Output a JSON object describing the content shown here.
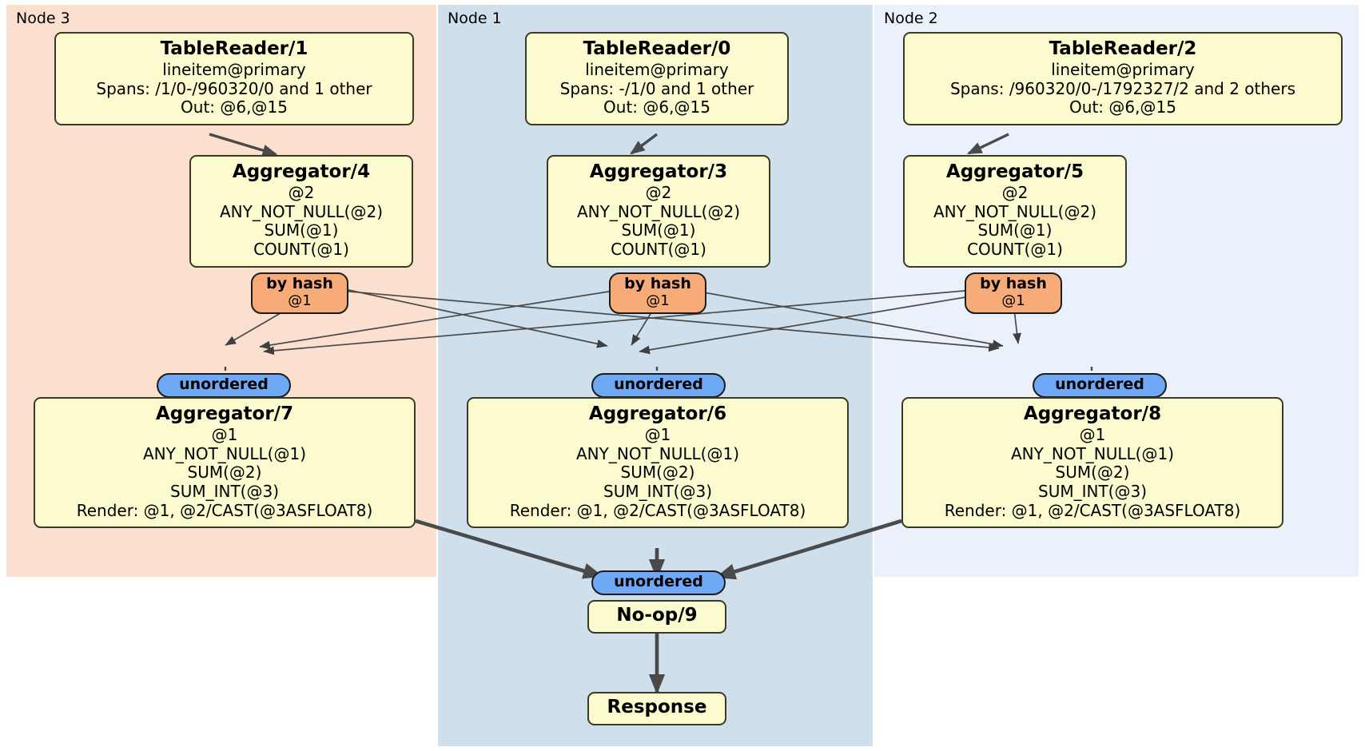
{
  "diagram": {
    "type": "distributed-query-plan",
    "colors": {
      "node3_bg": "#fbe0d0",
      "node1_bg": "#cfdfeb",
      "node2_bg": "#ebf1fb",
      "processor_bg": "#fbfbcf",
      "hash_router_bg": "#f7ab78",
      "unordered_sync_bg": "#6fa8f4",
      "edge": "#3f3f3f"
    }
  },
  "regions": [
    {
      "id": "node3",
      "label": "Node 3"
    },
    {
      "id": "node1",
      "label": "Node 1"
    },
    {
      "id": "node2",
      "label": "Node 2"
    }
  ],
  "processors": {
    "table_reader_1": {
      "title": "TableReader/1",
      "lines": [
        "lineitem@primary",
        "Spans: /1/0-/960320/0 and 1 other",
        "Out: @6,@15"
      ]
    },
    "table_reader_0": {
      "title": "TableReader/0",
      "lines": [
        "lineitem@primary",
        "Spans: -/1/0 and 1 other",
        "Out: @6,@15"
      ]
    },
    "table_reader_2": {
      "title": "TableReader/2",
      "lines": [
        "lineitem@primary",
        "Spans: /960320/0-/1792327/2 and 2 others",
        "Out: @6,@15"
      ]
    },
    "aggregator_4": {
      "title": "Aggregator/4",
      "lines": [
        "@2",
        "ANY_NOT_NULL(@2)",
        "SUM(@1)",
        "COUNT(@1)"
      ]
    },
    "aggregator_3": {
      "title": "Aggregator/3",
      "lines": [
        "@2",
        "ANY_NOT_NULL(@2)",
        "SUM(@1)",
        "COUNT(@1)"
      ]
    },
    "aggregator_5": {
      "title": "Aggregator/5",
      "lines": [
        "@2",
        "ANY_NOT_NULL(@2)",
        "SUM(@1)",
        "COUNT(@1)"
      ]
    },
    "aggregator_7": {
      "title": "Aggregator/7",
      "lines": [
        "@1",
        "ANY_NOT_NULL(@1)",
        "SUM(@2)",
        "SUM_INT(@3)",
        "Render: @1, @2/CAST(@3ASFLOAT8)"
      ]
    },
    "aggregator_6": {
      "title": "Aggregator/6",
      "lines": [
        "@1",
        "ANY_NOT_NULL(@1)",
        "SUM(@2)",
        "SUM_INT(@3)",
        "Render: @1, @2/CAST(@3ASFLOAT8)"
      ]
    },
    "aggregator_8": {
      "title": "Aggregator/8",
      "lines": [
        "@1",
        "ANY_NOT_NULL(@1)",
        "SUM(@2)",
        "SUM_INT(@3)",
        "Render: @1, @2/CAST(@3ASFLOAT8)"
      ]
    },
    "noop_9": {
      "title": "No-op/9",
      "lines": []
    },
    "response": {
      "title": "Response",
      "lines": []
    }
  },
  "routers": {
    "hash_left": {
      "label": "by hash",
      "sublabel": "@1"
    },
    "hash_center": {
      "label": "by hash",
      "sublabel": "@1"
    },
    "hash_right": {
      "label": "by hash",
      "sublabel": "@1"
    },
    "sync_left": {
      "label": "unordered"
    },
    "sync_center": {
      "label": "unordered"
    },
    "sync_right": {
      "label": "unordered"
    },
    "sync_final": {
      "label": "unordered"
    }
  }
}
